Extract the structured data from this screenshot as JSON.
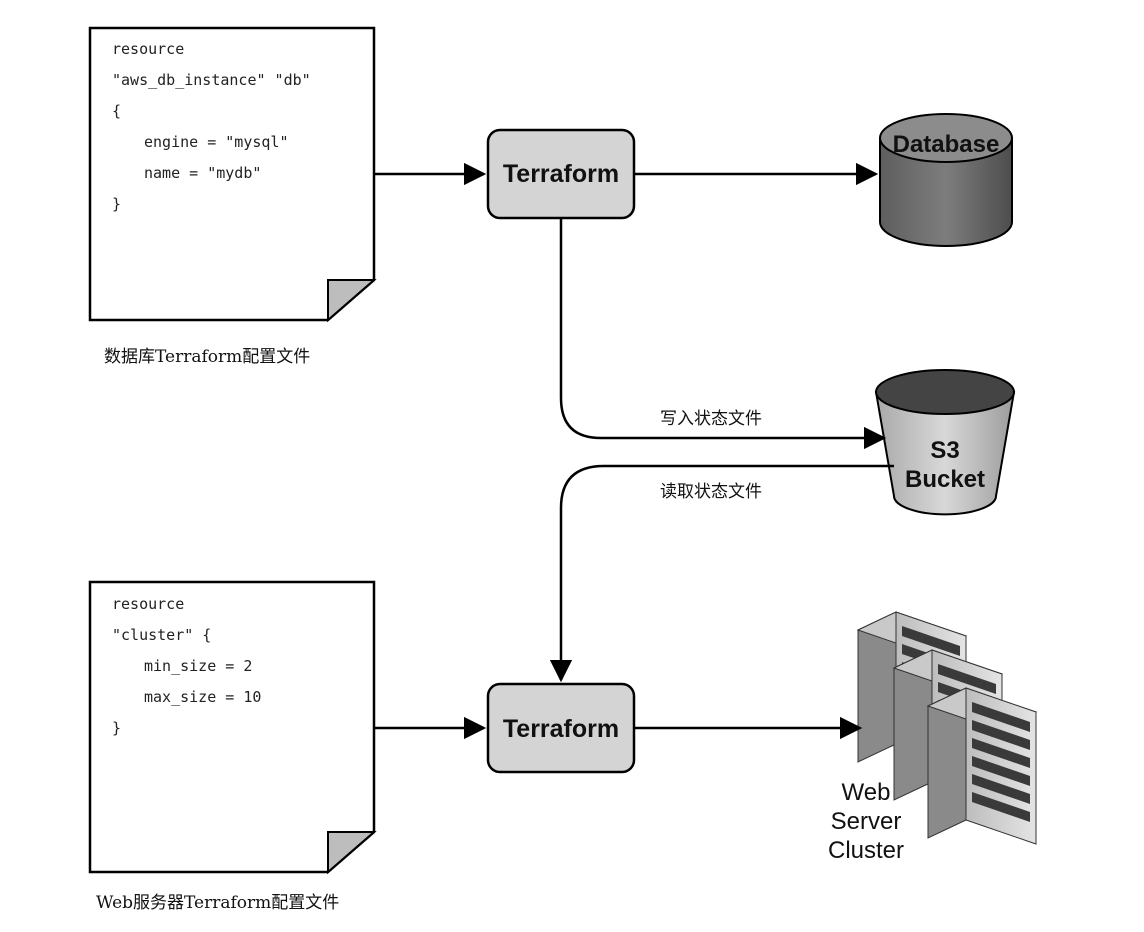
{
  "config_db": {
    "lines": [
      "resource",
      "\"aws_db_instance\" \"db\"",
      "{",
      "engine = \"mysql\"",
      "name = \"mydb\"",
      "}"
    ],
    "caption": "数据库Terraform配置文件"
  },
  "config_web": {
    "lines": [
      "resource",
      "\"cluster\" {",
      "min_size = 2",
      "max_size = 10",
      "}"
    ],
    "caption": "Web服务器Terraform配置文件"
  },
  "terraform_top": {
    "label": "Terraform"
  },
  "terraform_bottom": {
    "label": "Terraform"
  },
  "database": {
    "label": "Database"
  },
  "s3_bucket": {
    "line1": "S3",
    "line2": "Bucket"
  },
  "web_cluster": {
    "line1": "Web",
    "line2": "Server",
    "line3": "Cluster"
  },
  "edges": {
    "write_state": "写入状态文件",
    "read_state": "读取状态文件"
  },
  "colors": {
    "terraform_box": "#d4d4d4",
    "database_body": "#7a7a7a",
    "database_top": "#9a9a9a",
    "bucket_body": "#c8c8c8",
    "bucket_top": "#555555",
    "server": "#d0d0d0"
  }
}
